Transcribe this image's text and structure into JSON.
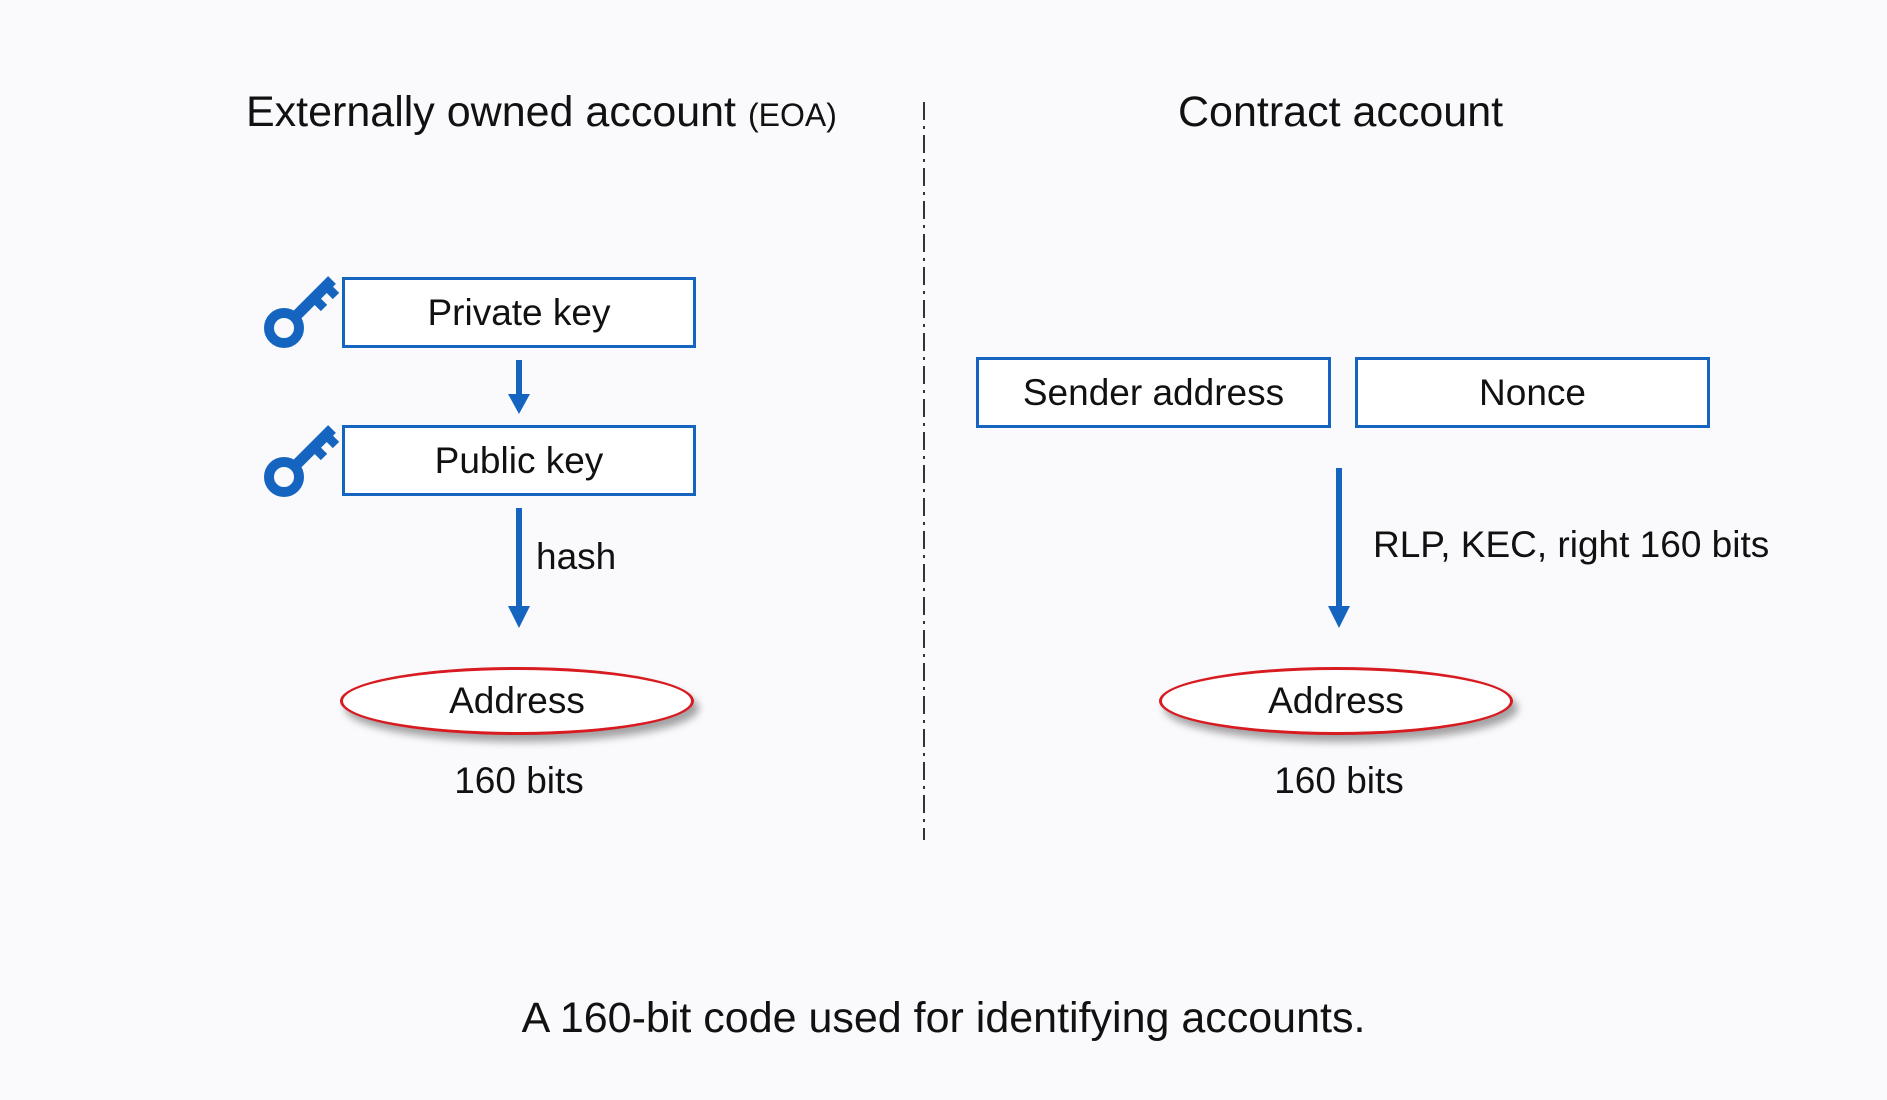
{
  "eoa": {
    "title": "Externally owned account",
    "title_suffix": "(EOA)",
    "private_key": "Private key",
    "public_key": "Public key",
    "hash_label": "hash",
    "address": "Address",
    "bits": "160 bits"
  },
  "contract": {
    "title": "Contract account",
    "sender_address": "Sender address",
    "nonce": "Nonce",
    "derivation_label": "RLP, KEC, right 160 bits",
    "address": "Address",
    "bits": "160 bits"
  },
  "caption": "A 160-bit code used for identifying accounts.",
  "colors": {
    "box_border": "#1565c0",
    "arrow": "#1565c0",
    "key_icon": "#1565c0",
    "address_border": "#d81b20"
  },
  "icons": [
    "key-icon"
  ]
}
